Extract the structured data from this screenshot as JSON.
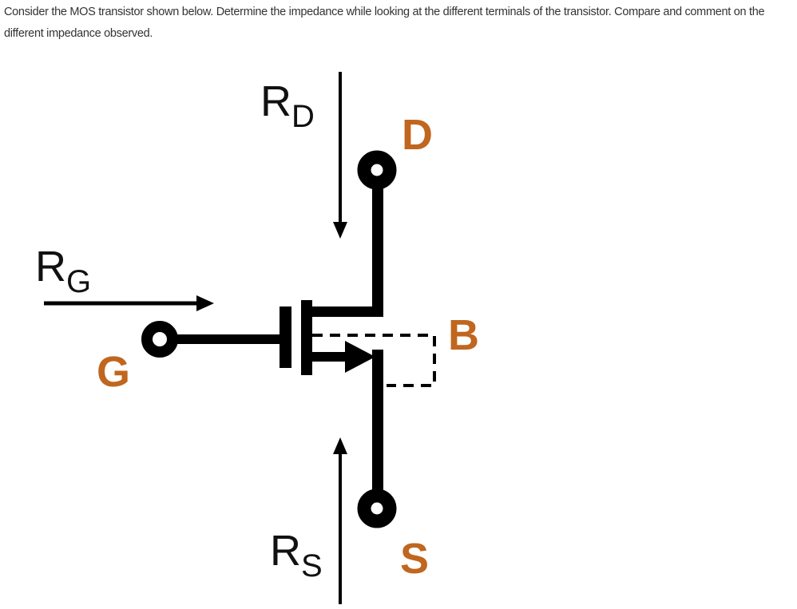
{
  "question": {
    "text": "Consider the MOS transistor shown below. Determine the impedance while looking at the different terminals of the transistor. Compare and comment on the different impedance observed."
  },
  "diagram": {
    "terminal_color": "#c0661f",
    "terminals": {
      "drain": "D",
      "gate": "G",
      "source": "S",
      "body": "B"
    },
    "impedances": {
      "drain": {
        "main": "R",
        "sub": "D"
      },
      "gate": {
        "main": "R",
        "sub": "G"
      },
      "source": {
        "main": "R",
        "sub": "S"
      }
    }
  }
}
